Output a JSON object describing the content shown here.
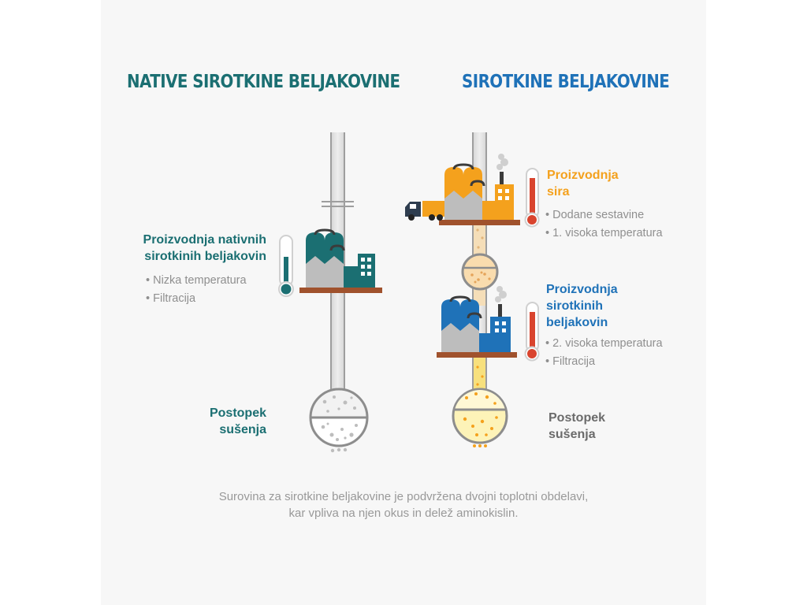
{
  "left": {
    "title": "NATIVE SIROTKINE BELJAKOVINE",
    "step1": {
      "heading_line1": "Proizvodnja nativnih",
      "heading_line2": "sirotkinih beljakovin",
      "bullets": [
        "Nizka temperatura",
        "Filtracija"
      ]
    },
    "step2": {
      "heading_line1": "Postopek",
      "heading_line2": "sušenja"
    }
  },
  "right": {
    "title": "SIROTKINE BELJAKOVINE",
    "step1": {
      "heading_line1": "Proizvodnja",
      "heading_line2": "sira",
      "bullets": [
        "Dodane sestavine",
        "1. visoka temperatura"
      ]
    },
    "step2": {
      "heading_line1": "Proizvodnja",
      "heading_line2": "sirotkinih",
      "heading_line3": "beljakovin",
      "bullets": [
        "2. visoka temperatura",
        "Filtracija"
      ]
    },
    "step3": {
      "heading_line1": "Postopek",
      "heading_line2": "sušenja"
    }
  },
  "caption": {
    "line1": "Surovina za sirotkine beljakovine je podvržena dvojni toplotni obdelavi,",
    "line2": "kar vpliva na njen okus in delež aminokislin."
  },
  "colors": {
    "teal": "#1b6f72",
    "blue": "#1f72b8",
    "orange": "#f4a11d",
    "gray_heading": "#6b6b6b",
    "bullet": "#8f8f8f",
    "thermo_red": "#d9442e",
    "shelf": "#a0522d"
  },
  "icons": [
    "factory-icon",
    "thermometer-icon",
    "delivery-truck-icon",
    "drying-flask-icon",
    "pipe-icon"
  ]
}
